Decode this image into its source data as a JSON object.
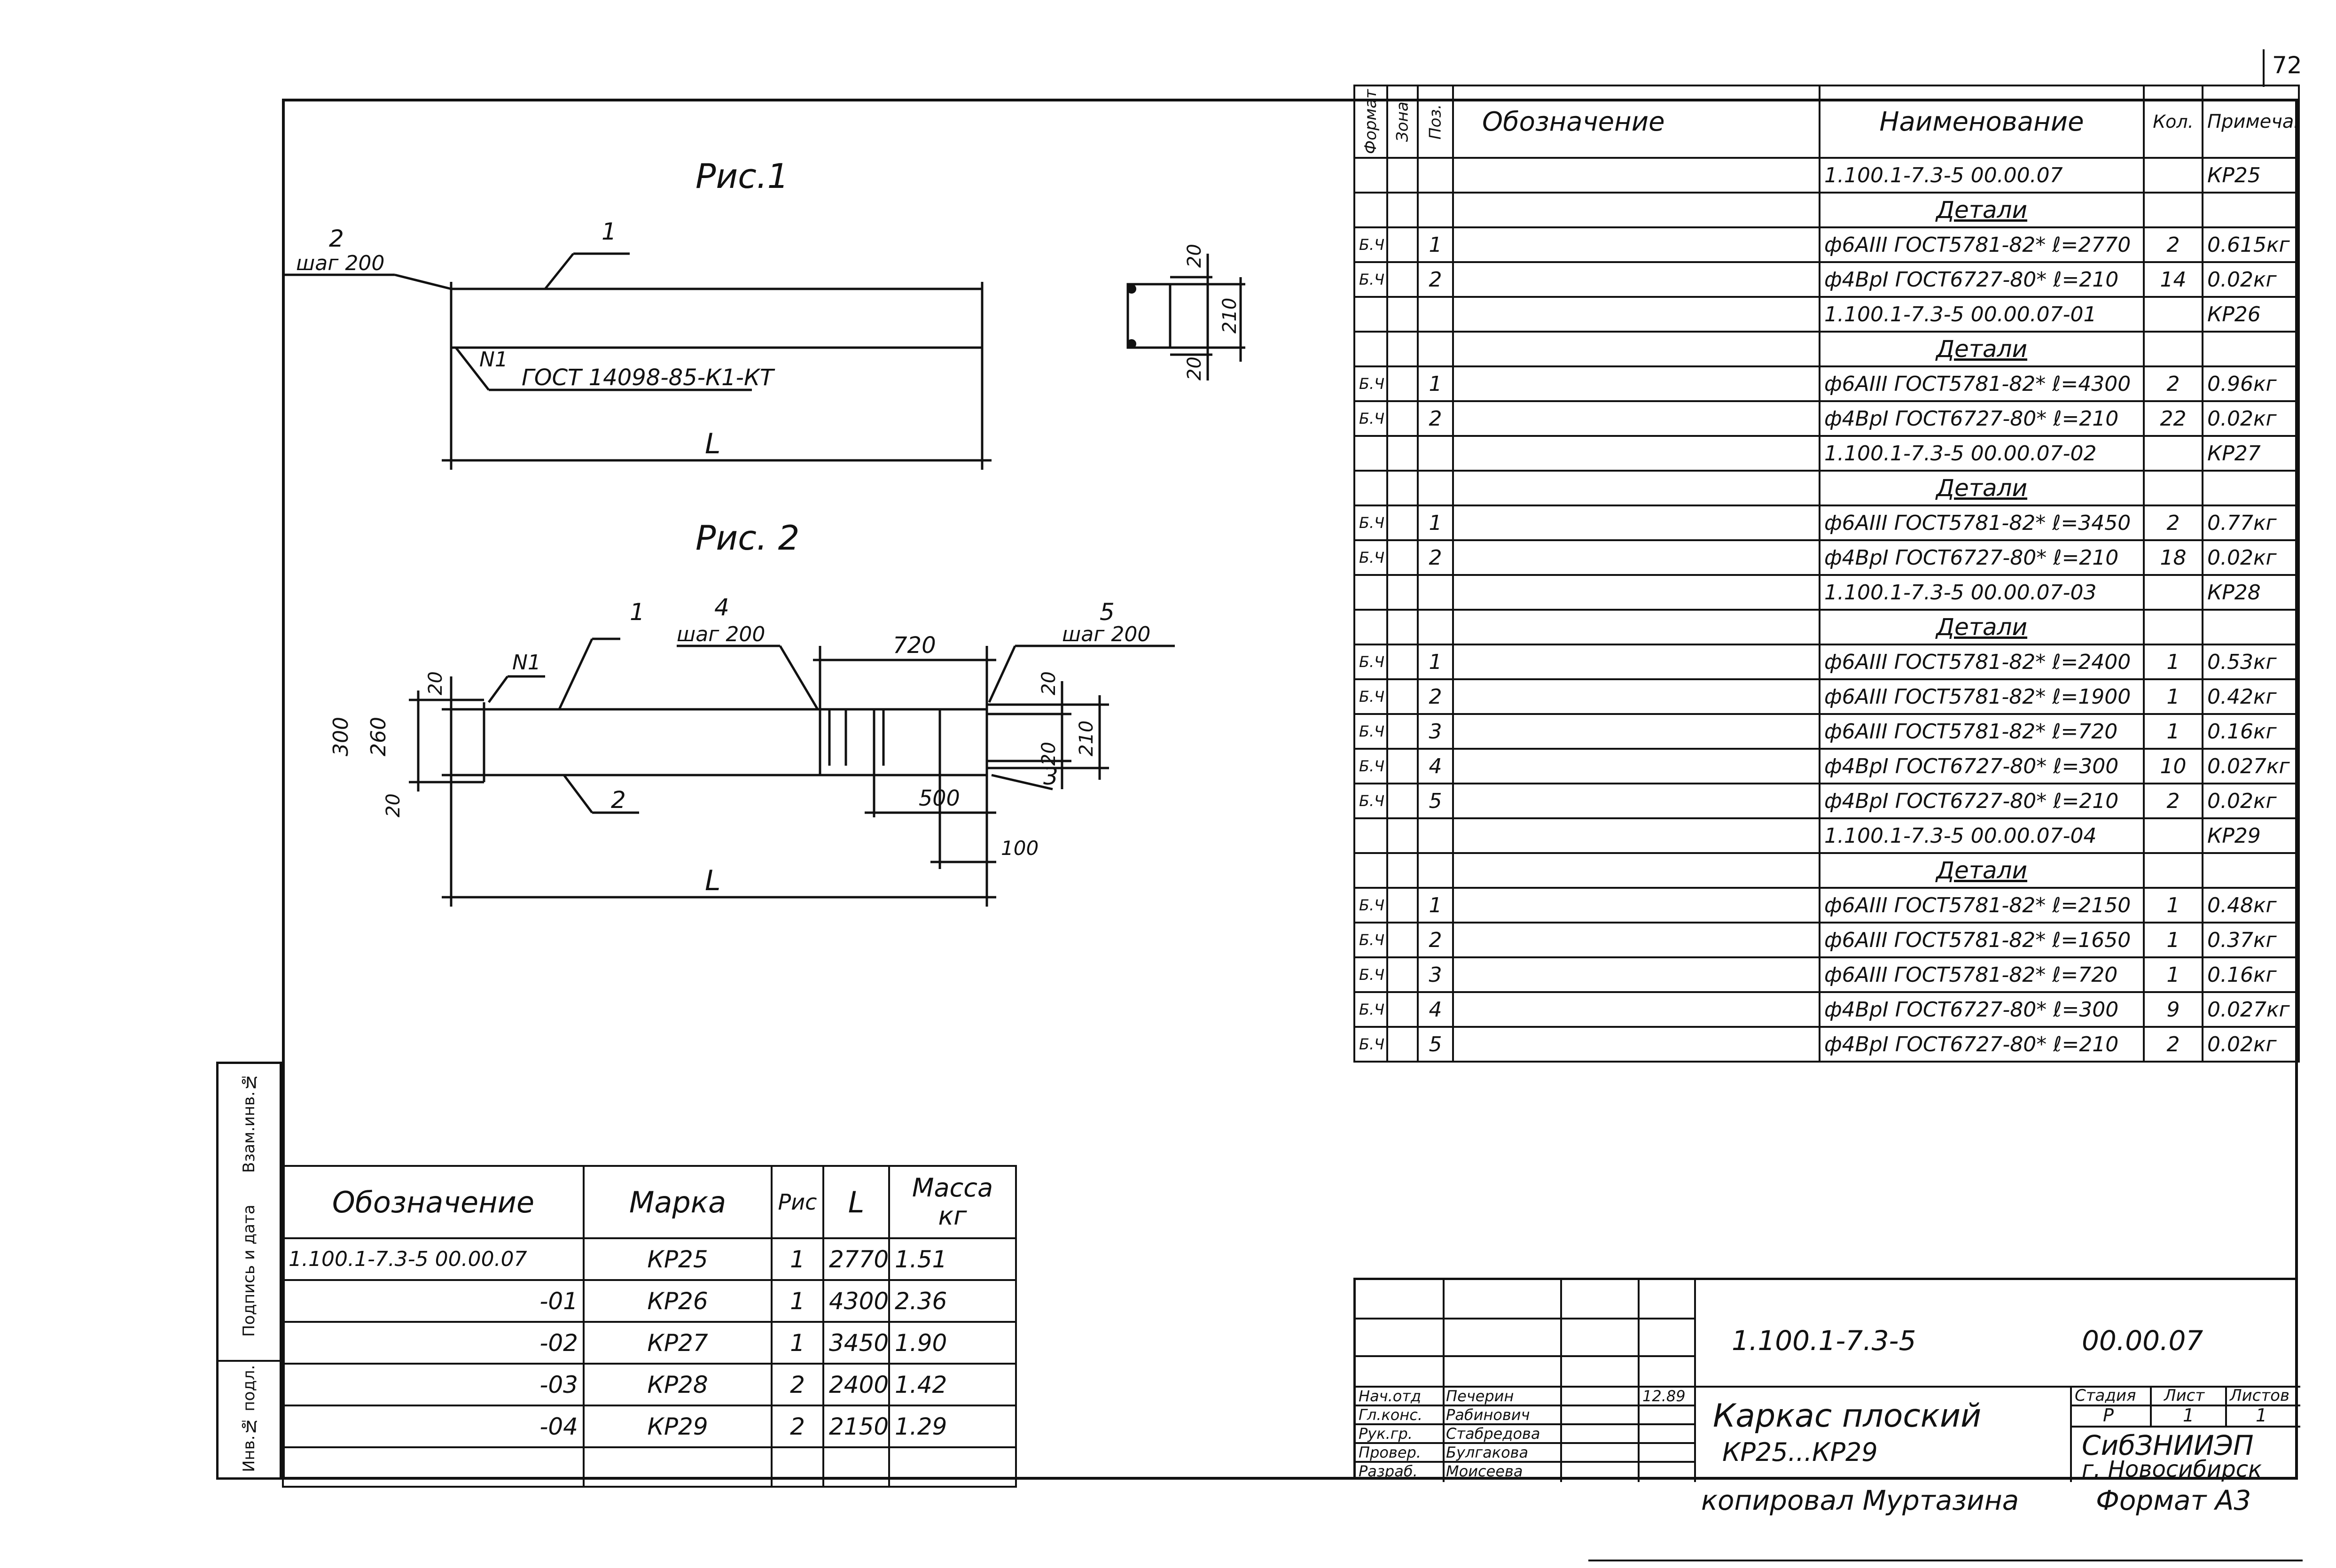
{
  "page_number": "72",
  "figures": {
    "fig1_title": "Рис.1",
    "fig2_title": "Рис. 2",
    "fig1_labels": {
      "pos1": "1",
      "pos2": "2",
      "step": "шаг 200",
      "n1": "N1",
      "gost": "ГОСТ 14098-85-К1-КТ",
      "L": "L",
      "dim20a": "20",
      "dim210": "210",
      "dim20b": "20"
    },
    "fig2_labels": {
      "pos1": "1",
      "pos4": "4",
      "step4": "шаг 200",
      "n1": "N1",
      "dim720": "720",
      "pos5": "5",
      "step5": "шаг 200",
      "dim20l": "20",
      "dim300": "300",
      "dim260": "260",
      "dim20lb": "20",
      "pos2": "2",
      "dim20r": "20",
      "dim210r": "210",
      "dim20rb": "20",
      "pos3": "3",
      "dim500": "500",
      "dim100": "100",
      "L": "L"
    }
  },
  "spec": {
    "headers": {
      "format": "Формат",
      "zone": "Зона",
      "pos": "Поз.",
      "designation": "Обозначение",
      "name": "Наименование",
      "qty": "Кол.",
      "note": "Примечание"
    },
    "rows": [
      {
        "f": "",
        "p": "",
        "name": "1.100.1-7.3-5   00.00.07",
        "q": "",
        "n": "КР25",
        "type": "doc"
      },
      {
        "f": "",
        "p": "",
        "name": "Детали",
        "q": "",
        "n": "",
        "type": "sec"
      },
      {
        "f": "Б.Ч",
        "p": "1",
        "name": "ф6АIII ГОСТ5781-82* ℓ=2770",
        "q": "2",
        "n": "0.615кг",
        "type": "item"
      },
      {
        "f": "Б.Ч",
        "p": "2",
        "name": "ф4ВрI ГОСТ6727-80* ℓ=210",
        "q": "14",
        "n": "0.02кг",
        "type": "item"
      },
      {
        "f": "",
        "p": "",
        "name": "1.100.1-7.3-5   00.00.07-01",
        "q": "",
        "n": "КР26",
        "type": "doc"
      },
      {
        "f": "",
        "p": "",
        "name": "Детали",
        "q": "",
        "n": "",
        "type": "sec"
      },
      {
        "f": "Б.Ч",
        "p": "1",
        "name": "ф6АIII ГОСТ5781-82* ℓ=4300",
        "q": "2",
        "n": "0.96кг",
        "type": "item"
      },
      {
        "f": "Б.Ч",
        "p": "2",
        "name": "ф4ВрI ГОСТ6727-80* ℓ=210",
        "q": "22",
        "n": "0.02кг",
        "type": "item"
      },
      {
        "f": "",
        "p": "",
        "name": "1.100.1-7.3-5   00.00.07-02",
        "q": "",
        "n": "КР27",
        "type": "doc"
      },
      {
        "f": "",
        "p": "",
        "name": "Детали",
        "q": "",
        "n": "",
        "type": "sec"
      },
      {
        "f": "Б.Ч",
        "p": "1",
        "name": "ф6АIII ГОСТ5781-82* ℓ=3450",
        "q": "2",
        "n": "0.77кг",
        "type": "item"
      },
      {
        "f": "Б.Ч",
        "p": "2",
        "name": "ф4ВрI ГОСТ6727-80* ℓ=210",
        "q": "18",
        "n": "0.02кг",
        "type": "item"
      },
      {
        "f": "",
        "p": "",
        "name": "1.100.1-7.3-5   00.00.07-03",
        "q": "",
        "n": "КР28",
        "type": "doc"
      },
      {
        "f": "",
        "p": "",
        "name": "Детали",
        "q": "",
        "n": "",
        "type": "sec"
      },
      {
        "f": "Б.Ч",
        "p": "1",
        "name": "ф6АIII ГОСТ5781-82* ℓ=2400",
        "q": "1",
        "n": "0.53кг",
        "type": "item"
      },
      {
        "f": "Б.Ч",
        "p": "2",
        "name": "ф6АIII ГОСТ5781-82* ℓ=1900",
        "q": "1",
        "n": "0.42кг",
        "type": "item"
      },
      {
        "f": "Б.Ч",
        "p": "3",
        "name": "ф6АIII ГОСТ5781-82* ℓ=720",
        "q": "1",
        "n": "0.16кг",
        "type": "item"
      },
      {
        "f": "Б.Ч",
        "p": "4",
        "name": "ф4ВрI ГОСТ6727-80* ℓ=300",
        "q": "10",
        "n": "0.027кг",
        "type": "item"
      },
      {
        "f": "Б.Ч",
        "p": "5",
        "name": "ф4ВрI ГОСТ6727-80* ℓ=210",
        "q": "2",
        "n": "0.02кг",
        "type": "item"
      },
      {
        "f": "",
        "p": "",
        "name": "1.100.1-7.3-5   00.00.07-04",
        "q": "",
        "n": "КР29",
        "type": "doc"
      },
      {
        "f": "",
        "p": "",
        "name": "Детали",
        "q": "",
        "n": "",
        "type": "sec"
      },
      {
        "f": "Б.Ч",
        "p": "1",
        "name": "ф6АIII ГОСТ5781-82* ℓ=2150",
        "q": "1",
        "n": "0.48кг",
        "type": "item"
      },
      {
        "f": "Б.Ч",
        "p": "2",
        "name": "ф6АIII ГОСТ5781-82* ℓ=1650",
        "q": "1",
        "n": "0.37кг",
        "type": "item"
      },
      {
        "f": "Б.Ч",
        "p": "3",
        "name": "ф6АIII ГОСТ5781-82* ℓ=720",
        "q": "1",
        "n": "0.16кг",
        "type": "item"
      },
      {
        "f": "Б.Ч",
        "p": "4",
        "name": "ф4ВрI ГОСТ6727-80* ℓ=300",
        "q": "9",
        "n": "0.027кг",
        "type": "item"
      },
      {
        "f": "Б.Ч",
        "p": "5",
        "name": "ф4ВрI ГОСТ6727-80* ℓ=210",
        "q": "2",
        "n": "0.02кг",
        "type": "item"
      }
    ]
  },
  "marks": {
    "headers": {
      "designation": "Обозначение",
      "mark": "Марка",
      "fig": "Рис",
      "L": "L",
      "mass": "Масса кг"
    },
    "rows": [
      {
        "d": "1.100.1-7.3-5  00.00.07",
        "m": "КР25",
        "r": "1",
        "l": "2770",
        "w": "1.51"
      },
      {
        "d": "-01",
        "m": "КР26",
        "r": "1",
        "l": "4300",
        "w": "2.36"
      },
      {
        "d": "-02",
        "m": "КР27",
        "r": "1",
        "l": "3450",
        "w": "1.90"
      },
      {
        "d": "-03",
        "m": "КР28",
        "r": "2",
        "l": "2400",
        "w": "1.42"
      },
      {
        "d": "-04",
        "m": "КР29",
        "r": "2",
        "l": "2150",
        "w": "1.29"
      }
    ]
  },
  "side_strip": {
    "inv_orig": "Инв.№ подл.",
    "sign_date": "Подпись и дата",
    "inv_dup": "Взам.инв.№"
  },
  "title_block": {
    "code": "1.100.1-7.3-5",
    "code2": "00.00.07",
    "title_line1": "Каркас плоский",
    "title_line2": "КР25...КР29",
    "stage_h": "Стадия",
    "sheet_h": "Лист",
    "sheets_h": "Листов",
    "stage": "Р",
    "sheet": "1",
    "sheets": "1",
    "org1": "СибЗНИИЭП",
    "org2": "г. Новосибирск",
    "date": "12.89",
    "people": [
      {
        "role": "Нач.отд",
        "name": "Печерин"
      },
      {
        "role": "Гл.конс.",
        "name": "Рабинович"
      },
      {
        "role": "Рук.гр.",
        "name": "Стабредова"
      },
      {
        "role": "Провер.",
        "name": "Булгакова"
      },
      {
        "role": "Разраб.",
        "name": "Моисеева"
      }
    ]
  },
  "footer": {
    "copied": "копировал Муртазина",
    "format": "Формат А3"
  }
}
